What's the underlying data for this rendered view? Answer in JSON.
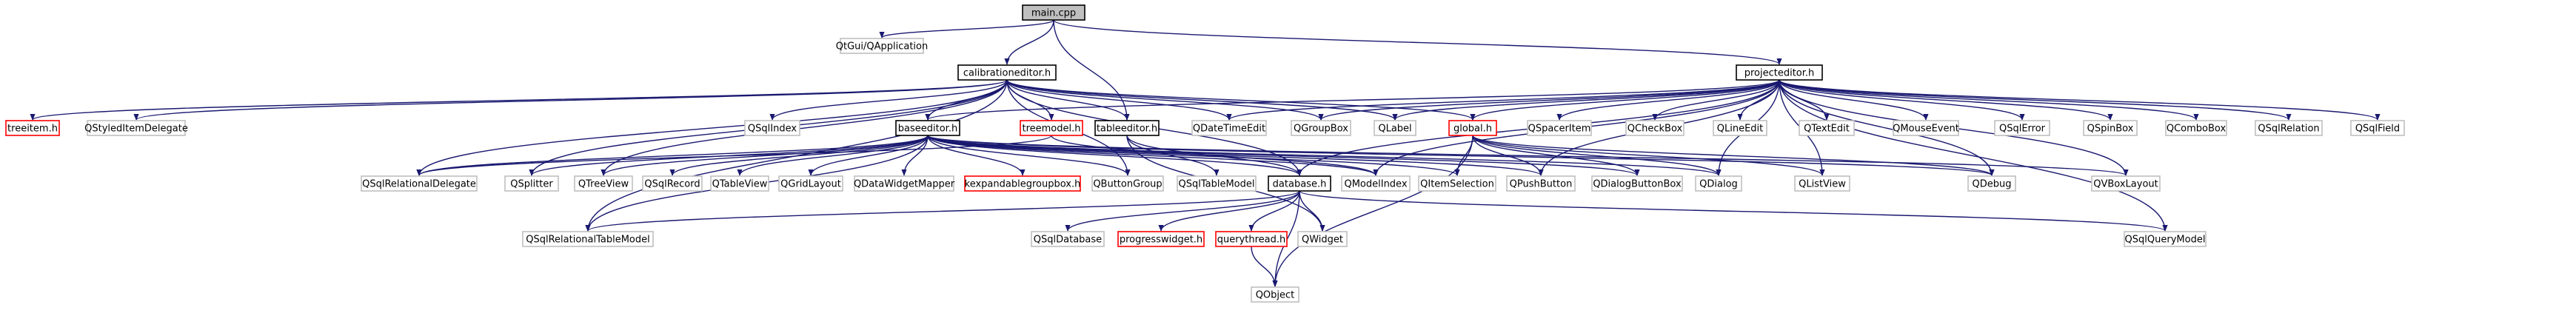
{
  "colors": {
    "root_fill": "#bfbfbf",
    "root_border": "#000000",
    "documented_border": "#000000",
    "undocumented_border": "#bfbfbf",
    "missing_border": "#ff0000",
    "edge": "#191970"
  },
  "nodes": [
    {
      "id": "main_cpp",
      "label": "main.cpp",
      "kind": "root"
    },
    {
      "id": "qgui_qapplication",
      "label": "QtGui/QApplication",
      "kind": "ext"
    },
    {
      "id": "calibrationeditor_h",
      "label": "calibrationeditor.h",
      "kind": "doc"
    },
    {
      "id": "projecteditor_h",
      "label": "projecteditor.h",
      "kind": "doc"
    },
    {
      "id": "treeitem_h",
      "label": "treeitem.h",
      "kind": "missing"
    },
    {
      "id": "qstyleditemdelegate",
      "label": "QStyledItemDelegate",
      "kind": "ext"
    },
    {
      "id": "qsqlindex",
      "label": "QSqlIndex",
      "kind": "ext"
    },
    {
      "id": "baseeditor_h",
      "label": "baseeditor.h",
      "kind": "doc"
    },
    {
      "id": "treemodel_h",
      "label": "treemodel.h",
      "kind": "missing"
    },
    {
      "id": "tableeditor_h",
      "label": "tableeditor.h",
      "kind": "doc"
    },
    {
      "id": "qdatetimeedit",
      "label": "QDateTimeEdit",
      "kind": "ext"
    },
    {
      "id": "qgroupbox",
      "label": "QGroupBox",
      "kind": "ext"
    },
    {
      "id": "qlabel",
      "label": "QLabel",
      "kind": "ext"
    },
    {
      "id": "global_h",
      "label": "global.h",
      "kind": "missing"
    },
    {
      "id": "qspaceritem",
      "label": "QSpacerItem",
      "kind": "ext"
    },
    {
      "id": "qcheckbox",
      "label": "QCheckBox",
      "kind": "ext"
    },
    {
      "id": "qlineedit",
      "label": "QLineEdit",
      "kind": "ext"
    },
    {
      "id": "qtextedit",
      "label": "QTextEdit",
      "kind": "ext"
    },
    {
      "id": "qmouseevent",
      "label": "QMouseEvent",
      "kind": "ext"
    },
    {
      "id": "qsqlerror",
      "label": "QSqlError",
      "kind": "ext"
    },
    {
      "id": "qspinbox",
      "label": "QSpinBox",
      "kind": "ext"
    },
    {
      "id": "qcombobox",
      "label": "QComboBox",
      "kind": "ext"
    },
    {
      "id": "qsqlrelation",
      "label": "QSqlRelation",
      "kind": "ext"
    },
    {
      "id": "qsqlfield",
      "label": "QSqlField",
      "kind": "ext"
    },
    {
      "id": "qsqlrelationaldelegate",
      "label": "QSqlRelationalDelegate",
      "kind": "ext"
    },
    {
      "id": "qsplitter",
      "label": "QSplitter",
      "kind": "ext"
    },
    {
      "id": "qtreeview",
      "label": "QTreeView",
      "kind": "ext"
    },
    {
      "id": "qsqlrecord",
      "label": "QSqlRecord",
      "kind": "ext"
    },
    {
      "id": "qtableview",
      "label": "QTableView",
      "kind": "ext"
    },
    {
      "id": "qgridlayout",
      "label": "QGridLayout",
      "kind": "ext"
    },
    {
      "id": "qdatawidgetmapper",
      "label": "QDataWidgetMapper",
      "kind": "ext"
    },
    {
      "id": "kexpandablegroupbox_h",
      "label": "kexpandablegroupbox.h",
      "kind": "missing"
    },
    {
      "id": "qbuttongroup",
      "label": "QButtonGroup",
      "kind": "ext"
    },
    {
      "id": "qsqltablemodel",
      "label": "QSqlTableModel",
      "kind": "ext"
    },
    {
      "id": "database_h",
      "label": "database.h",
      "kind": "doc"
    },
    {
      "id": "qmodelindex",
      "label": "QModelIndex",
      "kind": "ext"
    },
    {
      "id": "qitemselection",
      "label": "QItemSelection",
      "kind": "ext"
    },
    {
      "id": "qpushbutton",
      "label": "QPushButton",
      "kind": "ext"
    },
    {
      "id": "qdialogbuttonbox",
      "label": "QDialogButtonBox",
      "kind": "ext"
    },
    {
      "id": "qdialog",
      "label": "QDialog",
      "kind": "ext"
    },
    {
      "id": "qlistview",
      "label": "QListView",
      "kind": "ext"
    },
    {
      "id": "qdebug",
      "label": "QDebug",
      "kind": "ext"
    },
    {
      "id": "qvboxlayout",
      "label": "QVBoxLayout",
      "kind": "ext"
    },
    {
      "id": "qsqlrelationaltablemodel",
      "label": "QSqlRelationalTableModel",
      "kind": "ext"
    },
    {
      "id": "qsqldatabase",
      "label": "QSqlDatabase",
      "kind": "ext"
    },
    {
      "id": "progresswidget_h",
      "label": "progresswidget.h",
      "kind": "missing"
    },
    {
      "id": "querythread_h",
      "label": "querythread.h",
      "kind": "missing"
    },
    {
      "id": "qwidget",
      "label": "QWidget",
      "kind": "ext"
    },
    {
      "id": "qsqlquerymodel",
      "label": "QSqlQueryModel",
      "kind": "ext"
    },
    {
      "id": "qobject",
      "label": "QObject",
      "kind": "ext"
    }
  ],
  "edges": [
    [
      "main_cpp",
      "qgui_qapplication"
    ],
    [
      "main_cpp",
      "calibrationeditor_h"
    ],
    [
      "main_cpp",
      "projecteditor_h"
    ],
    [
      "main_cpp",
      "tableeditor_h"
    ],
    [
      "calibrationeditor_h",
      "treeitem_h"
    ],
    [
      "calibrationeditor_h",
      "qstyleditemdelegate"
    ],
    [
      "calibrationeditor_h",
      "qsqlindex"
    ],
    [
      "calibrationeditor_h",
      "baseeditor_h"
    ],
    [
      "calibrationeditor_h",
      "treemodel_h"
    ],
    [
      "calibrationeditor_h",
      "tableeditor_h"
    ],
    [
      "calibrationeditor_h",
      "qdatetimeedit"
    ],
    [
      "calibrationeditor_h",
      "qgroupbox"
    ],
    [
      "calibrationeditor_h",
      "qlabel"
    ],
    [
      "calibrationeditor_h",
      "global_h"
    ],
    [
      "calibrationeditor_h",
      "qsqlrelationaldelegate"
    ],
    [
      "calibrationeditor_h",
      "qsplitter"
    ],
    [
      "calibrationeditor_h",
      "qtreeview"
    ],
    [
      "calibrationeditor_h",
      "qbuttongroup"
    ],
    [
      "calibrationeditor_h",
      "database_h"
    ],
    [
      "calibrationeditor_h",
      "qsqlrelationaltablemodel"
    ],
    [
      "projecteditor_h",
      "baseeditor_h"
    ],
    [
      "projecteditor_h",
      "qdatetimeedit"
    ],
    [
      "projecteditor_h",
      "qgroupbox"
    ],
    [
      "projecteditor_h",
      "qlabel"
    ],
    [
      "projecteditor_h",
      "global_h"
    ],
    [
      "projecteditor_h",
      "qspaceritem"
    ],
    [
      "projecteditor_h",
      "qcheckbox"
    ],
    [
      "projecteditor_h",
      "qlineedit"
    ],
    [
      "projecteditor_h",
      "qtextedit"
    ],
    [
      "projecteditor_h",
      "qmouseevent"
    ],
    [
      "projecteditor_h",
      "qsqlerror"
    ],
    [
      "projecteditor_h",
      "qspinbox"
    ],
    [
      "projecteditor_h",
      "qcombobox"
    ],
    [
      "projecteditor_h",
      "qsqlrelation"
    ],
    [
      "projecteditor_h",
      "qsqlfield"
    ],
    [
      "projecteditor_h",
      "qmodelindex"
    ],
    [
      "projecteditor_h",
      "qpushbutton"
    ],
    [
      "projecteditor_h",
      "qdialog"
    ],
    [
      "projecteditor_h",
      "qlistview"
    ],
    [
      "projecteditor_h",
      "qdebug"
    ],
    [
      "projecteditor_h",
      "qvboxlayout"
    ],
    [
      "projecteditor_h",
      "database_h"
    ],
    [
      "projecteditor_h",
      "qsqlquerymodel"
    ],
    [
      "baseeditor_h",
      "qsqlrelationaldelegate"
    ],
    [
      "baseeditor_h",
      "qsplitter"
    ],
    [
      "baseeditor_h",
      "qtreeview"
    ],
    [
      "baseeditor_h",
      "qsqlrecord"
    ],
    [
      "baseeditor_h",
      "qtableview"
    ],
    [
      "baseeditor_h",
      "qgridlayout"
    ],
    [
      "baseeditor_h",
      "qdatawidgetmapper"
    ],
    [
      "baseeditor_h",
      "kexpandablegroupbox_h"
    ],
    [
      "baseeditor_h",
      "qbuttongroup"
    ],
    [
      "baseeditor_h",
      "database_h"
    ],
    [
      "baseeditor_h",
      "qmodelindex"
    ],
    [
      "baseeditor_h",
      "qitemselection"
    ],
    [
      "baseeditor_h",
      "qpushbutton"
    ],
    [
      "baseeditor_h",
      "qdialogbuttonbox"
    ],
    [
      "baseeditor_h",
      "qdialog"
    ],
    [
      "baseeditor_h",
      "qdebug"
    ],
    [
      "baseeditor_h",
      "qvboxlayout"
    ],
    [
      "baseeditor_h",
      "qsqlrelationaltablemodel"
    ],
    [
      "treemodel_h",
      "qsqlrelationaldelegate"
    ],
    [
      "treemodel_h",
      "qmodelindex"
    ],
    [
      "tableeditor_h",
      "qsqltablemodel"
    ],
    [
      "tableeditor_h",
      "database_h"
    ],
    [
      "tableeditor_h",
      "qwidget"
    ],
    [
      "global_h",
      "qitemselection"
    ],
    [
      "global_h",
      "qpushbutton"
    ],
    [
      "global_h",
      "qdialogbuttonbox"
    ],
    [
      "global_h",
      "qdialog"
    ],
    [
      "global_h",
      "qlistview"
    ],
    [
      "global_h",
      "qdebug"
    ],
    [
      "global_h",
      "qobject"
    ],
    [
      "database_h",
      "qsqlrelationaltablemodel"
    ],
    [
      "database_h",
      "qsqldatabase"
    ],
    [
      "database_h",
      "progresswidget_h"
    ],
    [
      "database_h",
      "querythread_h"
    ],
    [
      "database_h",
      "qwidget"
    ],
    [
      "database_h",
      "qsqlquerymodel"
    ],
    [
      "database_h",
      "qobject"
    ],
    [
      "querythread_h",
      "qobject"
    ]
  ]
}
